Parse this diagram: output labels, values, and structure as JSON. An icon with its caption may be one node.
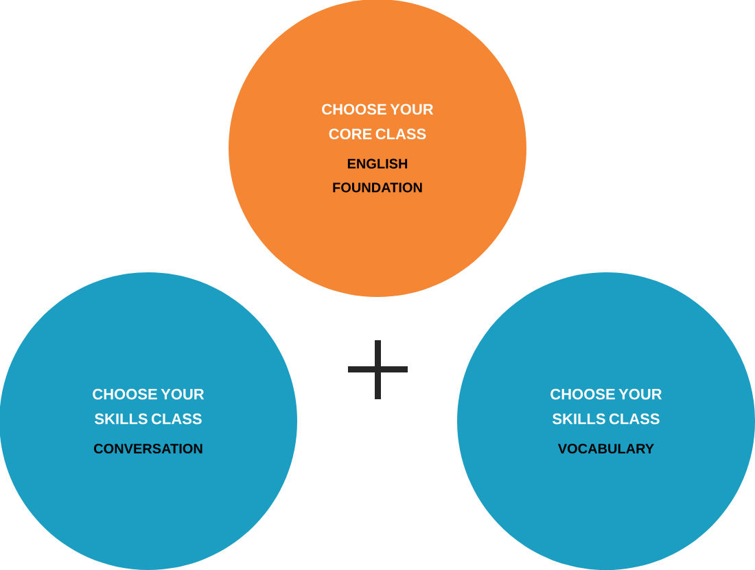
{
  "diagram": {
    "nodes": [
      {
        "text": [
          "CHOOSE YOUR CORE CLASS",
          "ENGLISH FOUNDATION"
        ]
      },
      {
        "text": [
          "CHOOSE YOUR SKILLS CLASS",
          "CONVERSATION"
        ]
      },
      {
        "text": [
          "CHOOSE YOUR SKILLS CLASS",
          "VOCABULARY"
        ]
      }
    ]
  }
}
